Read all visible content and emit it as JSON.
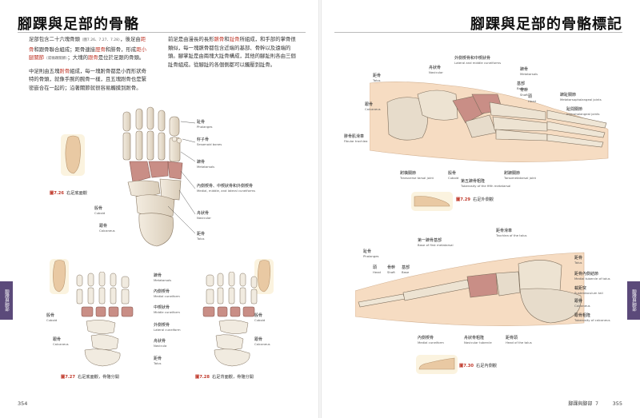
{
  "left": {
    "title": "腳踝與足部的骨骼",
    "col1": {
      "p1_a": "足部包含二十六塊骨頭",
      "p1_ref": "（圖7.26、7.27、7.28）",
      "p1_b": "，後足由",
      "p1_c": "距骨",
      "p1_d": "和跟骨聯合組成；距骨連接",
      "p1_e": "脛骨",
      "p1_f": "和腓骨，形成",
      "p1_g": "距小腿關節",
      "p1_ref2": "（或稱踝關節）",
      "p1_h": "；大塊的",
      "p1_i": "跟骨",
      "p1_j": "是位於足跟的骨頭。",
      "p2_a": "中足則由五塊",
      "p2_b": "跗骨",
      "p2_c": "組成，每一塊跗骨都是小而形狀奇特的骨頭，就像手腕的腕骨一樣，且五塊跗骨也是緊密嵌合在一起的；沿著關節就很容易觸摸到跗骨。"
    },
    "col2": {
      "p_a": "前足是由漫長的長形",
      "p_b": "蹠骨",
      "p_c": "和",
      "p_d": "趾骨",
      "p_e": "所組成，和手部的掌骨很類似，每一塊蹠骨都包含近端的基部、骨幹以及遠端的頭。腳掌趾是由兩塊大趾骨構成，其他的腳趾則各由三個趾骨組成。從腳趾的各個側都可以觸壓到趾骨。"
    },
    "fig26_labels": [
      {
        "zh": "趾骨",
        "en": "Phalanges"
      },
      {
        "zh": "籽子骨",
        "en": "Sesamoid bones"
      },
      {
        "zh": "蹠骨",
        "en": "Metatarsals"
      },
      {
        "zh": "內側楔骨、中楔狀骨和外側楔骨",
        "en": "Medial, middle, and lateral cuneiforms"
      },
      {
        "zh": "骰骨",
        "en": "Cuboid"
      },
      {
        "zh": "舟狀骨",
        "en": "Navicular"
      },
      {
        "zh": "跟骨",
        "en": "Calcaneus"
      },
      {
        "zh": "距骨",
        "en": "Talus"
      }
    ],
    "fig26_caption_num": "圖7.26",
    "fig26_caption": "右足底面觀",
    "fig27_labels": [
      {
        "zh": "蹠骨",
        "en": "Metatarsals"
      },
      {
        "zh": "內側楔骨",
        "en": "Medial cuneiform"
      },
      {
        "zh": "中楔狀骨",
        "en": "Middle cuneiform"
      },
      {
        "zh": "外側楔骨",
        "en": "Lateral cuneiform"
      },
      {
        "zh": "舟狀骨",
        "en": "Navicula"
      },
      {
        "zh": "距骨",
        "en": "Talus"
      },
      {
        "zh": "骰骨",
        "en": "Cuboid"
      },
      {
        "zh": "跟骨",
        "en": "Calcaneus"
      }
    ],
    "fig28_labels": [
      {
        "zh": "骰骨",
        "en": "Cuboid"
      },
      {
        "zh": "跟骨",
        "en": "Calcaneus"
      }
    ],
    "fig27_caption_num": "圖7.27",
    "fig27_caption": "右足底面觀，骨骼分開",
    "fig28_caption_num": "圖7.28",
    "fig28_caption": "右足背面觀，骨骼分開",
    "page_number": "354",
    "side_tab": "腳踝與腳部"
  },
  "right": {
    "title": "腳踝與足部的骨骼標記",
    "fig29_labels": [
      {
        "zh": "舟狀骨",
        "en": "Navicular"
      },
      {
        "zh": "外側楔骨和中楔狀骨",
        "en": "Lateral and middle cuneiforms"
      },
      {
        "zh": "蹠骨",
        "en": "Metatarsals"
      },
      {
        "zh": "基部",
        "en": "Base"
      },
      {
        "zh": "骨幹",
        "en": "Shaft"
      },
      {
        "zh": "頭",
        "en": "Head"
      },
      {
        "zh": "蹠趾關節",
        "en": "Metatarsophalangeal joints"
      },
      {
        "zh": "趾間關節",
        "en": "Interphalangeal joints"
      },
      {
        "zh": "距骨",
        "en": "Talus"
      },
      {
        "zh": "跟骨",
        "en": "Calcaneus"
      },
      {
        "zh": "腓骨肌滑車",
        "en": "Fibular trochlea"
      },
      {
        "zh": "跗橫關節",
        "en": "Transverse tarsal joint"
      },
      {
        "zh": "骰骨",
        "en": "Cuboid"
      },
      {
        "zh": "第五蹠骨粗隆",
        "en": "Tuberosity of the fifth metatarsal"
      },
      {
        "zh": "跗蹠關節",
        "en": "Tarsometatarsal joint"
      }
    ],
    "fig29_caption_num": "圖7.29",
    "fig29_caption": "右足外側觀",
    "fig30_labels": [
      {
        "zh": "趾骨",
        "en": "Phalanges"
      },
      {
        "zh": "頭",
        "en": "Head"
      },
      {
        "zh": "骨幹",
        "en": "Shaft"
      },
      {
        "zh": "基部",
        "en": "Base"
      },
      {
        "zh": "第一蹠骨基部",
        "en": "Base of first metatarsal"
      },
      {
        "zh": "距骨滑車",
        "en": "Trochlea of the talus"
      },
      {
        "zh": "距骨",
        "en": "Talus"
      },
      {
        "zh": "距骨內側結節",
        "en": "Medial tubercle of talus"
      },
      {
        "zh": "載距突",
        "en": "Sustentaculum tali"
      },
      {
        "zh": "跟骨",
        "en": "Calcaneus"
      },
      {
        "zh": "跟骨粗隆",
        "en": "Tuberosity of calcaneus"
      },
      {
        "zh": "內側楔骨",
        "en": "Medial cuneiform"
      },
      {
        "zh": "舟狀骨粗隆",
        "en": "Navicular tubercle"
      },
      {
        "zh": "距骨頭",
        "en": "Head of the talus"
      }
    ],
    "fig30_caption_num": "圖7.30",
    "fig30_caption": "右足內側觀",
    "footer_section": "腳踝與腳部",
    "footer_chapter": "7",
    "page_number": "355",
    "side_tab": "腳踝與腳部"
  },
  "colors": {
    "accent": "#c0392b",
    "bone": "#efe6d6",
    "bone_shadow": "#c9b8a0",
    "highlight_bone": "#c98e86",
    "skin": "#f6dcc2",
    "tab": "#5b4a7a"
  }
}
